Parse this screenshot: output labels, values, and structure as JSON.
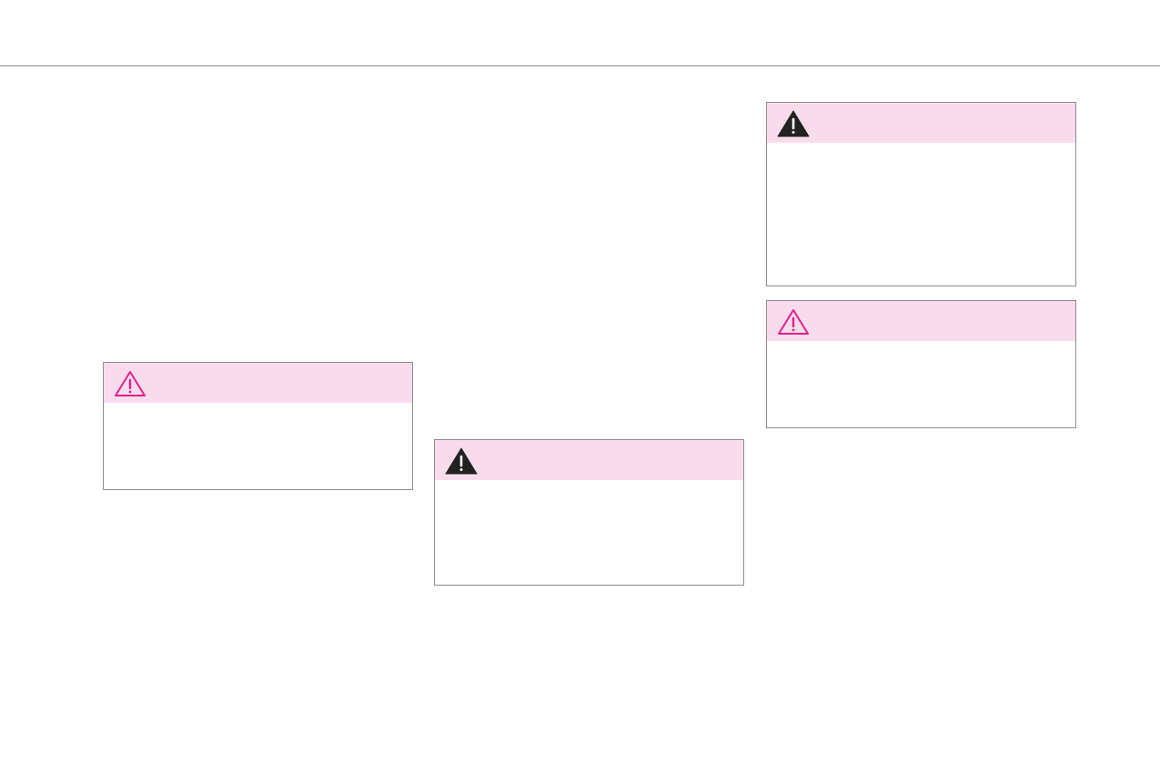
{
  "colors": {
    "header_bg": "#f9dcec",
    "border": "#8c8c8c",
    "rule": "#8a8a8a",
    "danger_icon": "#222222",
    "caution_icon": "#e2208e"
  },
  "notices": [
    {
      "kind": "caution",
      "icon": "caution-outline-icon",
      "text": ""
    },
    {
      "kind": "danger",
      "icon": "warning-filled-icon",
      "text": ""
    },
    {
      "kind": "danger",
      "icon": "warning-filled-icon",
      "text": ""
    },
    {
      "kind": "caution",
      "icon": "caution-outline-icon",
      "text": ""
    }
  ]
}
